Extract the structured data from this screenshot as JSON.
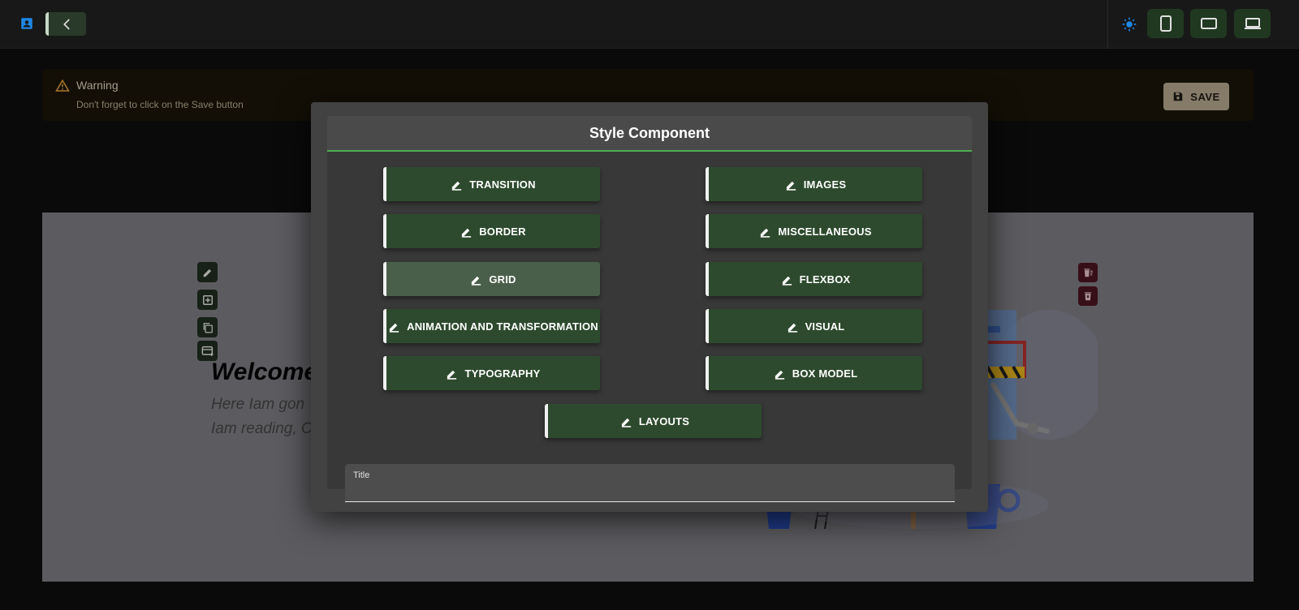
{
  "warning": {
    "title": "Warning",
    "message": "Don't forget to click on the Save button"
  },
  "save_label": "SAVE",
  "preview": {
    "heading": "Welcome",
    "sub_line1": "Here Iam gon",
    "sub_line2": "Iam reading, C"
  },
  "modal": {
    "title": "Style Component",
    "buttons": {
      "transition": "TRANSITION",
      "images": "IMAGES",
      "border": "BORDER",
      "miscellaneous": "MISCELLANEOUS",
      "grid": "GRID",
      "flexbox": "FLEXBOX",
      "animation": "ANIMATION AND TRANSFORMATION",
      "visual": "VISUAL",
      "typography": "TYPOGRAPHY",
      "box_model": "BOX MODEL",
      "layouts": "LAYOUTS"
    },
    "title_field": {
      "label": "Title",
      "value": ""
    }
  },
  "colors": {
    "accent_green": "#4caf50",
    "button_green": "#2e4a2e",
    "save_bg": "#b3a48c",
    "danger": "#4a1520"
  },
  "icons": [
    "profile-icon",
    "chevron-left-icon",
    "brightness-icon",
    "phone-icon",
    "tablet-icon",
    "laptop-icon",
    "warning-icon",
    "save-icon",
    "pencil-icon",
    "plus-box-icon",
    "copy-icon",
    "add-card-icon",
    "delete-list-icon",
    "delete-icon"
  ]
}
